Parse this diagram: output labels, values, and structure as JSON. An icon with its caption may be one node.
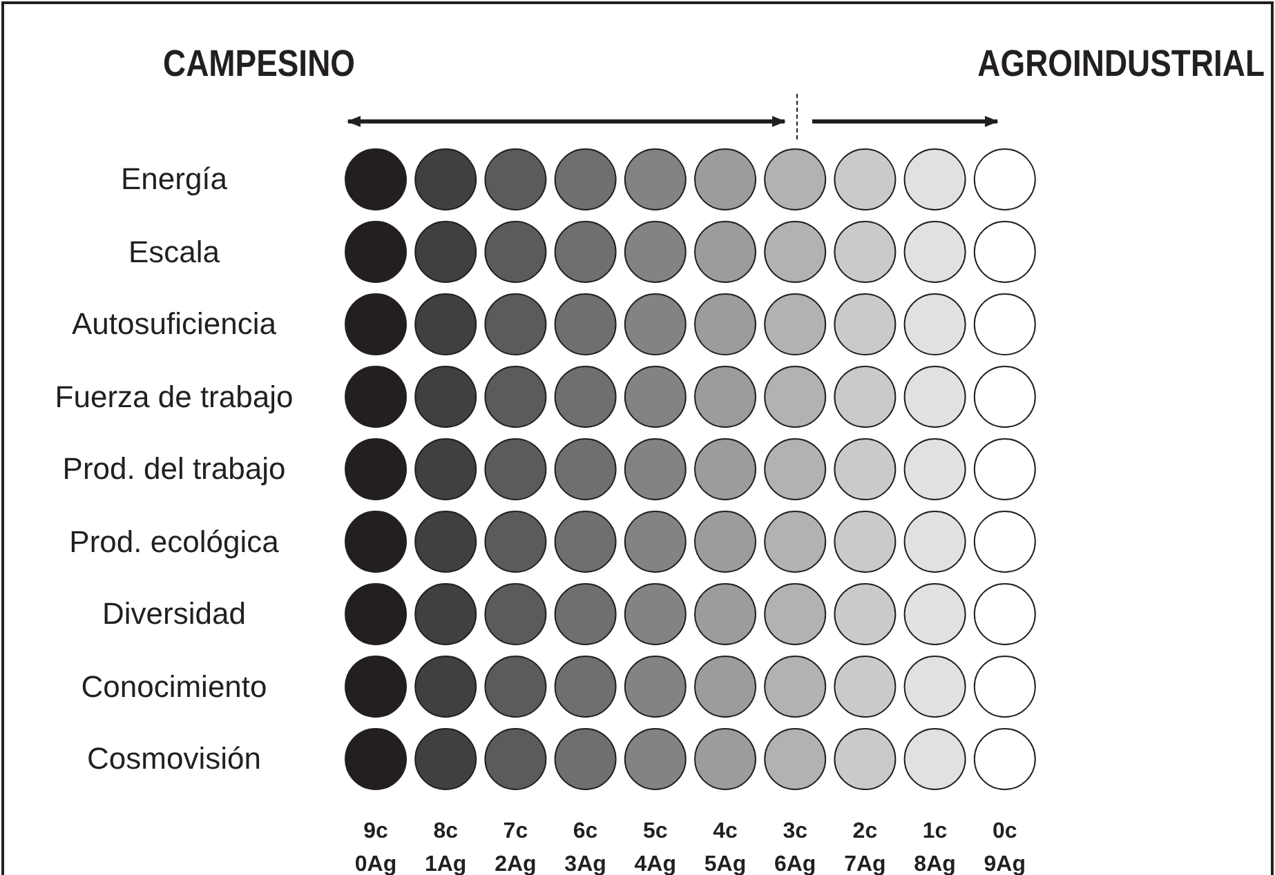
{
  "diagram": {
    "labels": [
      "CAMPESINO",
      "AGROINDUSTRIAL",
      "Energía",
      "Escala",
      "Autosuficiencia",
      "Fuerza de trabajo",
      "Prod. del trabajo",
      "Prod. ecológica",
      "Diversidad",
      "Conocimiento",
      "Cosmovisión",
      "9c",
      "8c",
      "7c",
      "6c",
      "5c",
      "4c",
      "3c",
      "2c",
      "1c",
      "0c",
      "0Ag",
      "1Ag",
      "2Ag",
      "3Ag",
      "4Ag",
      "5Ag",
      "6Ag",
      "7Ag",
      "8Ag",
      "9Ag"
    ]
  }
}
